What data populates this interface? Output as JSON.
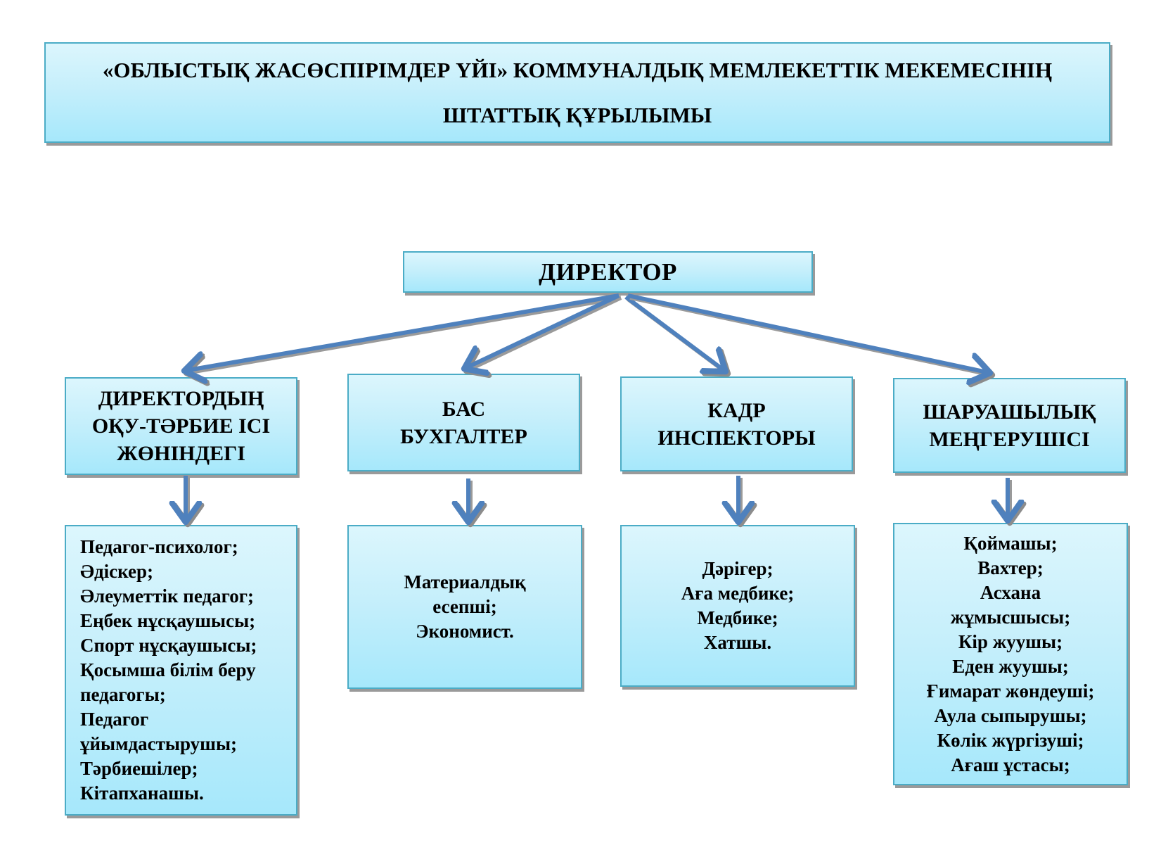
{
  "title": {
    "lines": [
      "«ОБЛЫСТЫҚ ЖАСӨСПІРІМДЕР ҮЙІ» КОММУНАЛДЫҚ МЕМЛЕКЕТТІК МЕКЕМЕСІНІҢ",
      "ШТАТТЫҚ ҚҰРЫЛЫМЫ"
    ]
  },
  "director": {
    "label": "ДИРЕКТОР"
  },
  "departments": [
    {
      "lines": [
        "ДИРЕКТОРДЫҢ",
        "ОҚУ-ТӘРБИЕ ІСІ",
        "ЖӨНІНДЕГІ"
      ],
      "staff": [
        "Педагог-психолог;",
        "Әдіскер;",
        "Әлеуметтік педагог;",
        "Еңбек нұсқаушысы;",
        "Спорт нұсқаушысы;",
        "Қосымша білім беру",
        "педагогы;",
        "Педагог",
        "ұйымдастырушы;",
        "Тәрбиешілер;",
        "Кітапханашы."
      ]
    },
    {
      "lines": [
        "БАС",
        "БУХГАЛТЕР"
      ],
      "staff": [
        "Материалдық",
        "есепші;",
        "Экономист."
      ]
    },
    {
      "lines": [
        "КАДР",
        "ИНСПЕКТОРЫ"
      ],
      "staff": [
        "Дәрігер;",
        "Аға медбике;",
        "Медбике;",
        "Хатшы."
      ]
    },
    {
      "lines": [
        "ШАРУАШЫЛЫҚ",
        "МЕҢГЕРУШІСІ"
      ],
      "staff": [
        "Қоймашы;",
        "Вахтер;",
        "Асхана",
        "жұмысшысы;",
        "Кір жуушы;",
        "Еден жуушы;",
        "Ғимарат жөндеуші;",
        "Аула сыпырушы;",
        "Көлік жүргізуші;",
        "Ағаш ұстасы;"
      ]
    }
  ],
  "colors": {
    "box_border": "#4bacc6",
    "box_gradient_top": "#dcf6fd",
    "box_gradient_bottom": "#a6e8fb",
    "arrow": "#4f81bd",
    "shadow": "#9a9a9a"
  }
}
